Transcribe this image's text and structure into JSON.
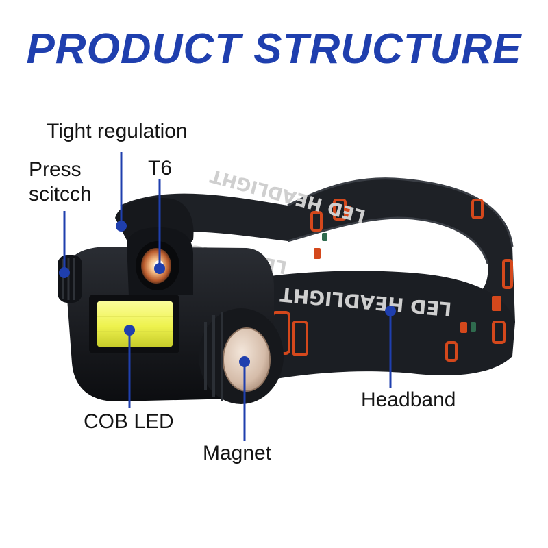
{
  "title": "PRODUCT STRUCTURE",
  "colors": {
    "title": "#1f3fae",
    "pointer": "#1f3fae",
    "label": "#141414",
    "band": "#1e2126",
    "band_pattern": "#d4481c",
    "housing": "#15171b",
    "cob_light": "#f2f56a",
    "magnet": "#d9c3b3",
    "t6_reflector": "#c06a3c"
  },
  "labels": {
    "tight_regulation": "Tight regulation",
    "press_switch_line1": "Press",
    "press_switch_line2": "scitcch",
    "t6": "T6",
    "headband": "Headband",
    "cob_led": "COB LED",
    "magnet": "Magnet"
  },
  "band_print": "LED HEADLIGHT"
}
